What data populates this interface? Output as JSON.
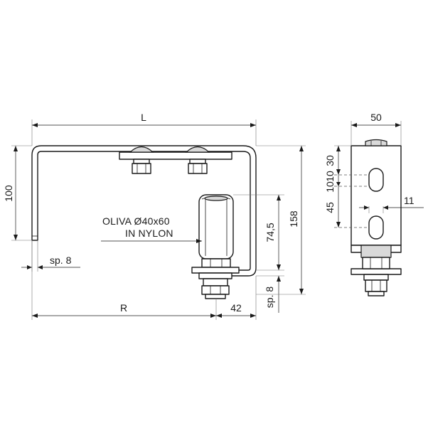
{
  "dimensions": {
    "overall_length": "L",
    "bracket_height": "100",
    "plate_thickness_left": "sp. 8",
    "distance_to_roller": "R",
    "roller_offset": "42",
    "plate_thickness_bottom": "sp. 8",
    "roller_height": "74,5",
    "total_height": "158",
    "side_width": "50",
    "slot_top": "30",
    "slot_width": "10",
    "slot_gap": "10",
    "slot_pitch": "45",
    "slot_offset": "11"
  },
  "roller_note": {
    "line1": "OLIVA Ø40x60",
    "line2": "IN NYLON"
  }
}
